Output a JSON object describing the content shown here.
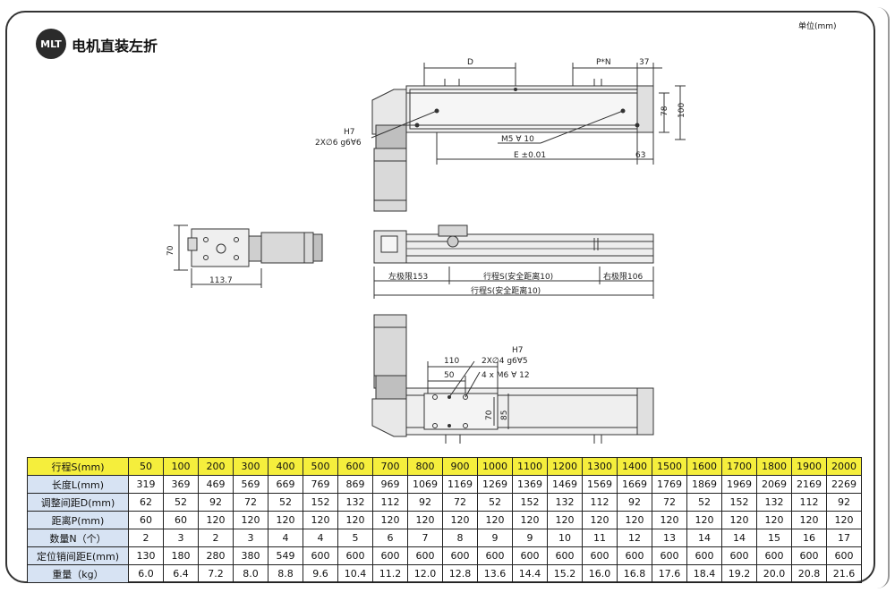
{
  "header": {
    "logo": "MLT",
    "title": "电机直装左折",
    "unit": "单位(mm)"
  },
  "drawing": {
    "top_view": {
      "dim_d": "D",
      "dim_pn": "P*N",
      "dim_37": "37",
      "dim_78": "78",
      "dim_100": "100",
      "callout_h7": "H7",
      "callout_pin": "2X∅6 g6∀6",
      "callout_m5": "M5 ∀ 10",
      "dim_e": "E ±0.01",
      "dim_63": "63"
    },
    "side_view": {
      "dim_70": "70",
      "dim_113": "113.7"
    },
    "front_view": {
      "left_limit": "左极限153",
      "stroke_safe": "行程S(安全距离10)",
      "right_limit": "右极限106",
      "total": "行程S(安全距离10)"
    },
    "bottom_view": {
      "callout_h7": "H7",
      "callout_pin": "2X∅4 g6∀5",
      "callout_m6": "4 x  M6 ∀ 12",
      "dim_110": "110",
      "dim_50": "50",
      "dim_70": "70",
      "dim_85": "85"
    }
  },
  "table": {
    "header": {
      "label": "行程S(mm)",
      "values": [
        "50",
        "100",
        "200",
        "300",
        "400",
        "500",
        "600",
        "700",
        "800",
        "900",
        "1000",
        "1100",
        "1200",
        "1300",
        "1400",
        "1500",
        "1600",
        "1700",
        "1800",
        "1900",
        "2000"
      ]
    },
    "rows": [
      {
        "label": "长度L(mm)",
        "values": [
          "319",
          "369",
          "469",
          "569",
          "669",
          "769",
          "869",
          "969",
          "1069",
          "1169",
          "1269",
          "1369",
          "1469",
          "1569",
          "1669",
          "1769",
          "1869",
          "1969",
          "2069",
          "2169",
          "2269"
        ]
      },
      {
        "label": "调整间距D(mm)",
        "values": [
          "62",
          "52",
          "92",
          "72",
          "52",
          "152",
          "132",
          "112",
          "92",
          "72",
          "52",
          "152",
          "132",
          "112",
          "92",
          "72",
          "52",
          "152",
          "132",
          "112",
          "92"
        ]
      },
      {
        "label": "距离P(mm)",
        "values": [
          "60",
          "60",
          "120",
          "120",
          "120",
          "120",
          "120",
          "120",
          "120",
          "120",
          "120",
          "120",
          "120",
          "120",
          "120",
          "120",
          "120",
          "120",
          "120",
          "120",
          "120"
        ]
      },
      {
        "label": "数量N（个）",
        "values": [
          "2",
          "3",
          "2",
          "3",
          "4",
          "4",
          "5",
          "6",
          "7",
          "8",
          "9",
          "9",
          "10",
          "11",
          "12",
          "13",
          "14",
          "14",
          "15",
          "16",
          "17"
        ]
      },
      {
        "label": "定位销间距E(mm)",
        "values": [
          "130",
          "180",
          "280",
          "380",
          "549",
          "600",
          "600",
          "600",
          "600",
          "600",
          "600",
          "600",
          "600",
          "600",
          "600",
          "600",
          "600",
          "600",
          "600",
          "600",
          "600"
        ]
      },
      {
        "label": "重量（kg）",
        "values": [
          "6.0",
          "6.4",
          "7.2",
          "8.0",
          "8.8",
          "9.6",
          "10.4",
          "11.2",
          "12.0",
          "12.8",
          "13.6",
          "14.4",
          "15.2",
          "16.0",
          "16.8",
          "17.6",
          "18.4",
          "19.2",
          "20.0",
          "20.8",
          "21.6"
        ]
      }
    ]
  }
}
